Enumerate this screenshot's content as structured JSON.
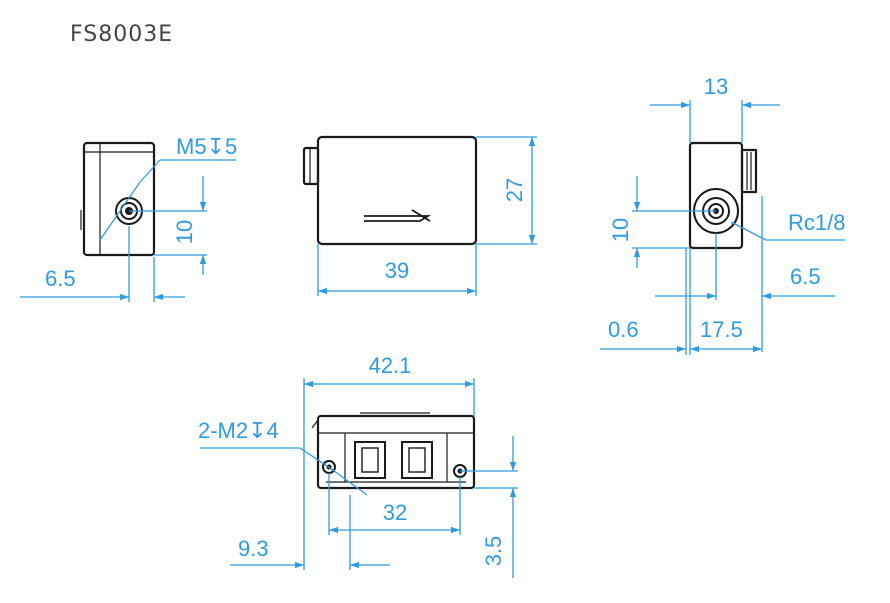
{
  "title": "FS8003E",
  "colors": {
    "dimension": "#2f9be0",
    "outline": "#1a1a1a",
    "text": "#444444"
  },
  "dimensions": {
    "left_thread": "M5↧5",
    "left_width": "6.5",
    "left_height": "10",
    "top_height": "27",
    "top_width": "39",
    "right_width": "13",
    "right_height": "10",
    "right_thread": "Rc1/8",
    "right_offset": "6.5",
    "right_gap": "0.6",
    "right_span": "17.5",
    "bottom_width": "42.1",
    "bottom_thread": "2-M2↧4",
    "bottom_pitch": "32",
    "bottom_offset": "9.3",
    "bottom_height": "3.5"
  }
}
